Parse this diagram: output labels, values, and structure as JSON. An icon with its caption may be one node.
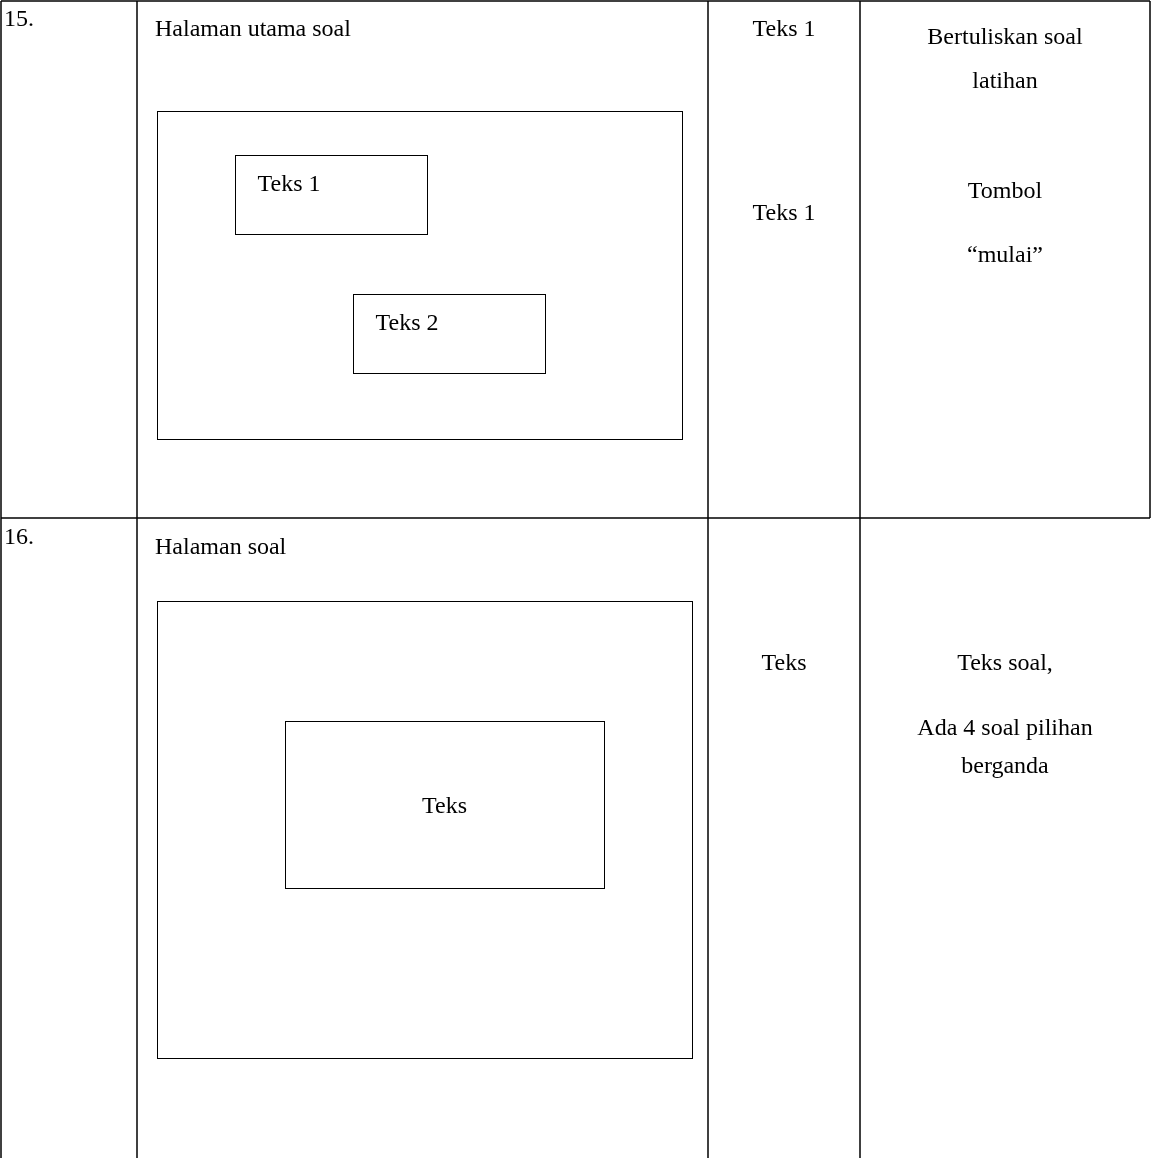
{
  "diagram": {
    "nodes": [
      {
        "text": [],
        "shape": "box"
      },
      {
        "text": [
          "Teks 1"
        ],
        "in": 0
      },
      {
        "text": [
          "Teks 2"
        ],
        "in": 0
      },
      {
        "text": [],
        "shape": "box"
      },
      {
        "text": [
          "Teks"
        ],
        "in": 3
      }
    ],
    "labels": [
      "15.",
      "Halaman utama soal",
      "Teks 1",
      "Teks 1",
      "Bertuliskan soal latihan",
      "Tombol",
      "“mulai”",
      "16.",
      "Halaman soal",
      "Teks",
      "Teks soal,",
      "Ada 4 soal pilihan berganda"
    ]
  }
}
